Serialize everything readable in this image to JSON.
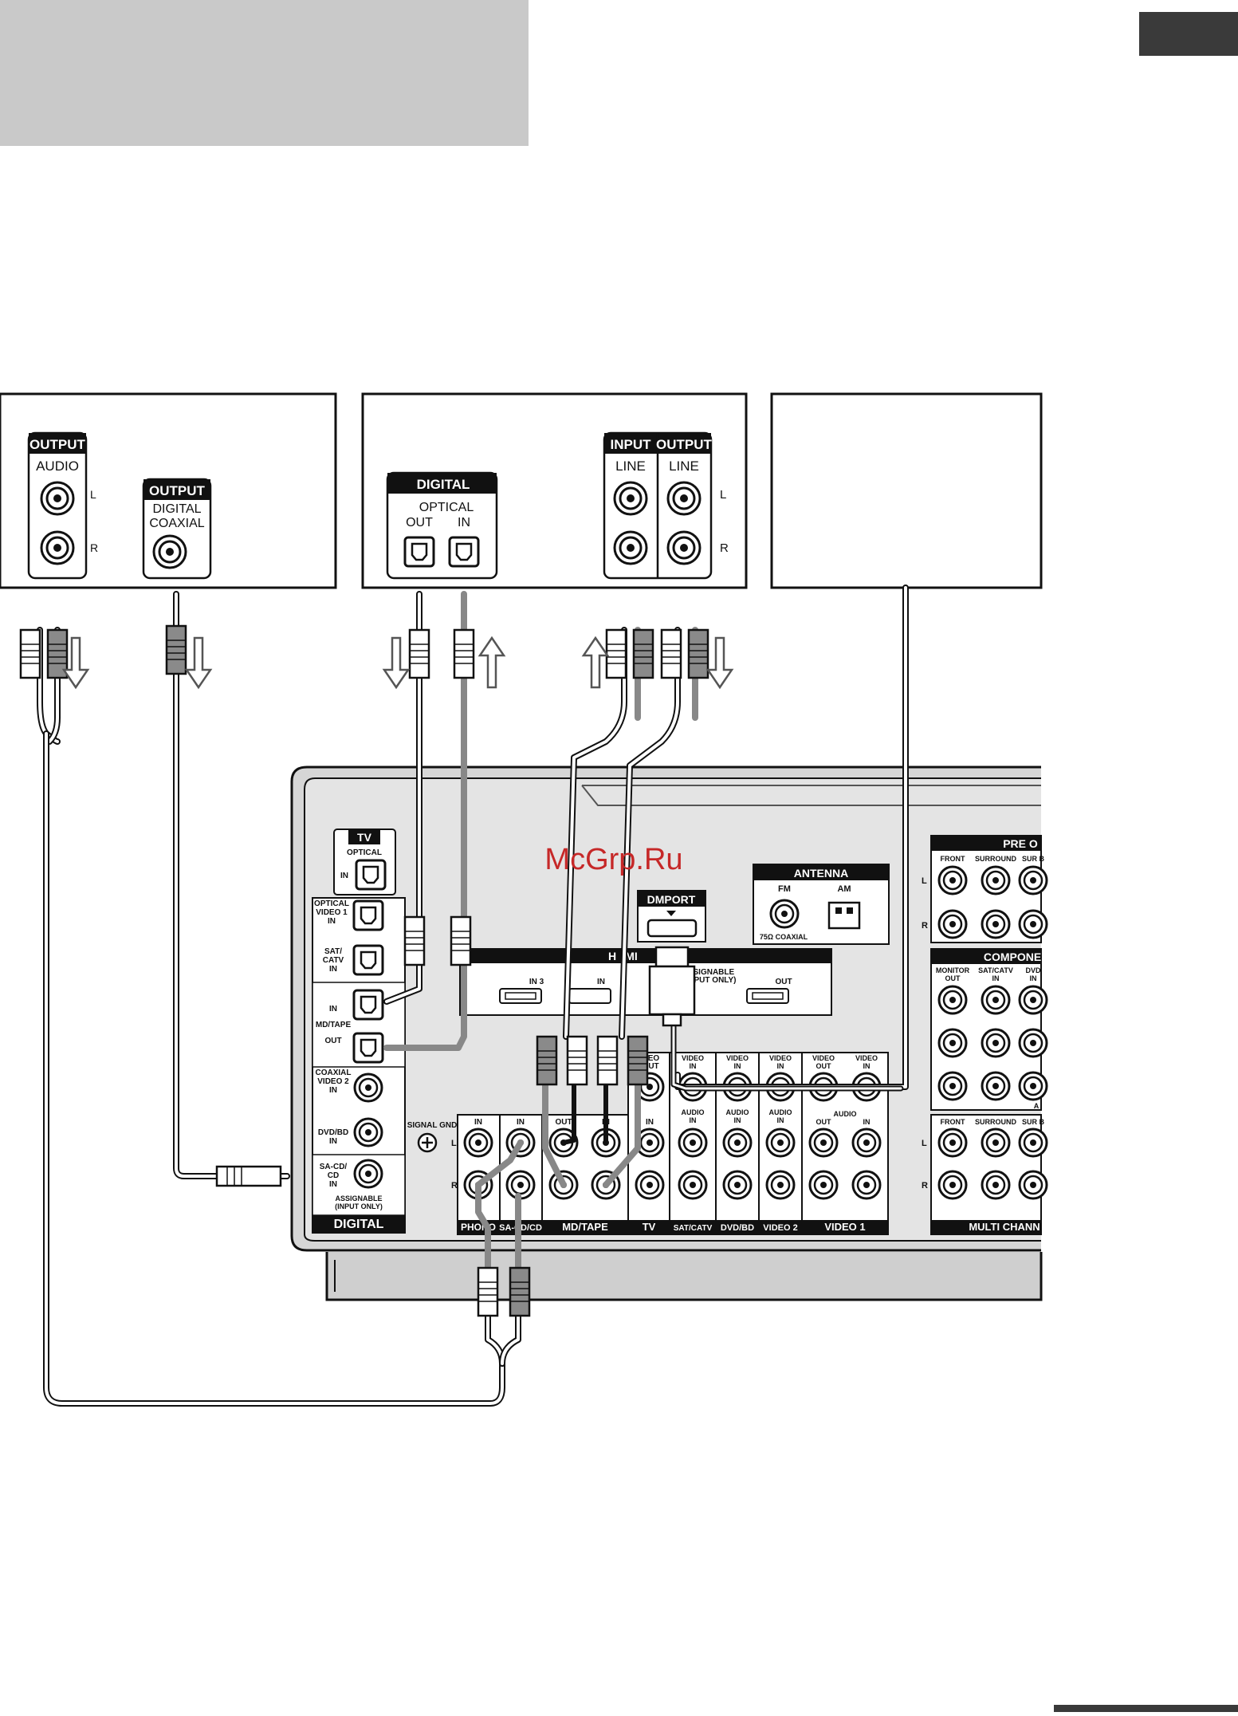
{
  "colors": {
    "panel_gray": "#c9c9c9",
    "tab_gray": "#3a3a3a",
    "receiver_fill": "#d6d6d6",
    "receiver_inner": "#e4e4e4",
    "label_black": "#111111",
    "cable_gray": "#888888",
    "watermark": "#c62828"
  },
  "watermark": "McGrp.Ru",
  "device1": {
    "output1_header": "OUTPUT",
    "output1_sub": "AUDIO",
    "l": "L",
    "r": "R",
    "output2_header": "OUTPUT",
    "output2_sub1": "DIGITAL",
    "output2_sub2": "COAXIAL"
  },
  "device2": {
    "digital_header": "DIGITAL",
    "optical": "OPTICAL",
    "out": "OUT",
    "in": "IN",
    "input_header": "INPUT",
    "output_header": "OUTPUT",
    "line": "LINE",
    "l": "L",
    "r": "R"
  },
  "receiver": {
    "tv_header": "TV",
    "tv_optical": "OPTICAL",
    "tv_in": "IN",
    "optical_video1": [
      "OPTICAL",
      "VIDEO 1",
      "IN"
    ],
    "sat_catv": [
      "SAT/",
      "CATV",
      "IN"
    ],
    "mdtape_in": "IN",
    "mdtape": "MD/TAPE",
    "mdtape_out": "OUT",
    "coaxial_video2": [
      "COAXIAL",
      "VIDEO 2",
      "IN"
    ],
    "dvd_bd": [
      "DVD/BD",
      "IN"
    ],
    "sacd_cd": [
      "SA-CD/",
      "CD",
      "IN"
    ],
    "assignable": [
      "ASSIGNABLE",
      "(INPUT ONLY)"
    ],
    "digital_footer": "DIGITAL",
    "signal_gnd": "SIGNAL GND",
    "l": "L",
    "r": "R",
    "antenna": "ANTENNA",
    "fm": "FM",
    "am": "AM",
    "coaxial_75": "75Ω COAXIAL",
    "dmport": "DMPORT",
    "hdmi_frag1": "H",
    "hdmi_frag2": "MI",
    "hdmi_in3": "IN 3",
    "hdmi_in2_frag": "IN",
    "hdmi_assign": [
      "SSIGNABLE",
      "INPUT ONLY)"
    ],
    "hdmi_out": "OUT",
    "video_frag": [
      "EO",
      "UT"
    ],
    "video_in": [
      "VIDEO",
      "IN"
    ],
    "video_out": [
      "VIDEO",
      "OUT"
    ],
    "audio_in": [
      "AUDIO",
      "IN"
    ],
    "audio_in_label": "IN",
    "audio_out_label": "OUT",
    "pre_out": "PRE O",
    "front": "FRONT",
    "surround": "SURROUND",
    "sur_b": "SUR B",
    "component": "COMPONE",
    "monitor_out": [
      "MONITOR",
      "OUT"
    ],
    "sat_catv_in": [
      "SAT/CATV",
      "IN"
    ],
    "dvd_in": [
      "DVD",
      "IN"
    ],
    "a_frag": "A",
    "footer_labels": [
      "PHONO",
      "SA-CD/CD",
      "MD/TAPE",
      "TV",
      "SAT/CATV",
      "DVD/BD",
      "VIDEO 2",
      "VIDEO 1",
      "MULTI CHANN"
    ]
  }
}
